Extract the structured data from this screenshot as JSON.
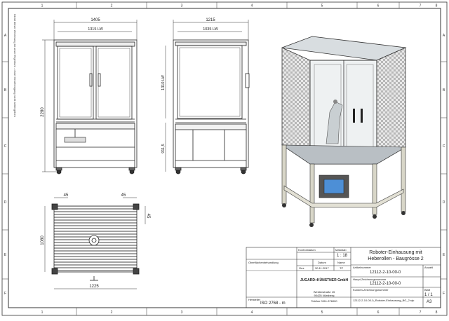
{
  "border": {
    "columns_top": [
      "1",
      "2",
      "3",
      "4",
      "5",
      "6",
      "7",
      "8"
    ],
    "columns_bottom": [
      "1",
      "2",
      "3",
      "4",
      "5",
      "6",
      "7",
      "8"
    ],
    "rows_left": [
      "A",
      "B",
      "C",
      "D",
      "E",
      "F"
    ],
    "rows_right": [
      "A",
      "B",
      "C",
      "D",
      "E",
      "F"
    ],
    "side_note": "Inhalt dieser Zeichnung ist unser Eigentum - ohne Genehmigung nicht weitergeben"
  },
  "front_view": {
    "dim_overall_width": "1405",
    "dim_clear_width": "1315 LW",
    "dim_height": "2280"
  },
  "side_view": {
    "dim_overall_width": "1215",
    "dim_clear_width": "1035 LW",
    "dim_upper_height": "1310 LW",
    "dim_lower_height": "911,5"
  },
  "top_view": {
    "dim_left": "45",
    "dim_right": "45",
    "dim_side": "45",
    "dim_depth": "1080",
    "dim_width": "1225"
  },
  "title_block": {
    "massstab_label": "Maßstab",
    "massstab_value": "1 : 18",
    "toleranz_label": "Kontrolldatum",
    "oberflaeche_label": "Oberflächenbehandlung",
    "datum_label": "Datum",
    "name_label": "Name",
    "gez_label": "Gez.",
    "gez_date": "30.11.2017",
    "gez_name": "TP",
    "company_name": "JUGARD+KÜNSTNER GmbH",
    "company_street": "Weidenstraße 15",
    "company_city": "90425 Nürnberg",
    "company_phone": "Telefon 0911-376000",
    "hersteller_label": "Hersteller",
    "norm": "ISO 2768 - m",
    "title_line1": "Roboter-Einhausung mit",
    "title_line2": "Heberollen - Baugrösse 2",
    "artikelnummer_label": "Artikelnummer",
    "artikelnummer": "12112-2-10-00-0",
    "zeichnungsnummer_label": "Haupt-Zeichnungsnummer",
    "zeichnungsnummer": "12112-2-10-00-0",
    "kunden_label": "Kunden-Zeichnungsnummer",
    "filename": "12112-2-10-00-0_Roboter-Einhausung_BG_2.stp",
    "anzahl_label": "Anzahl",
    "blatt_label": "Blatt",
    "blatt_value": "1 / 1",
    "format_value": "A3"
  }
}
